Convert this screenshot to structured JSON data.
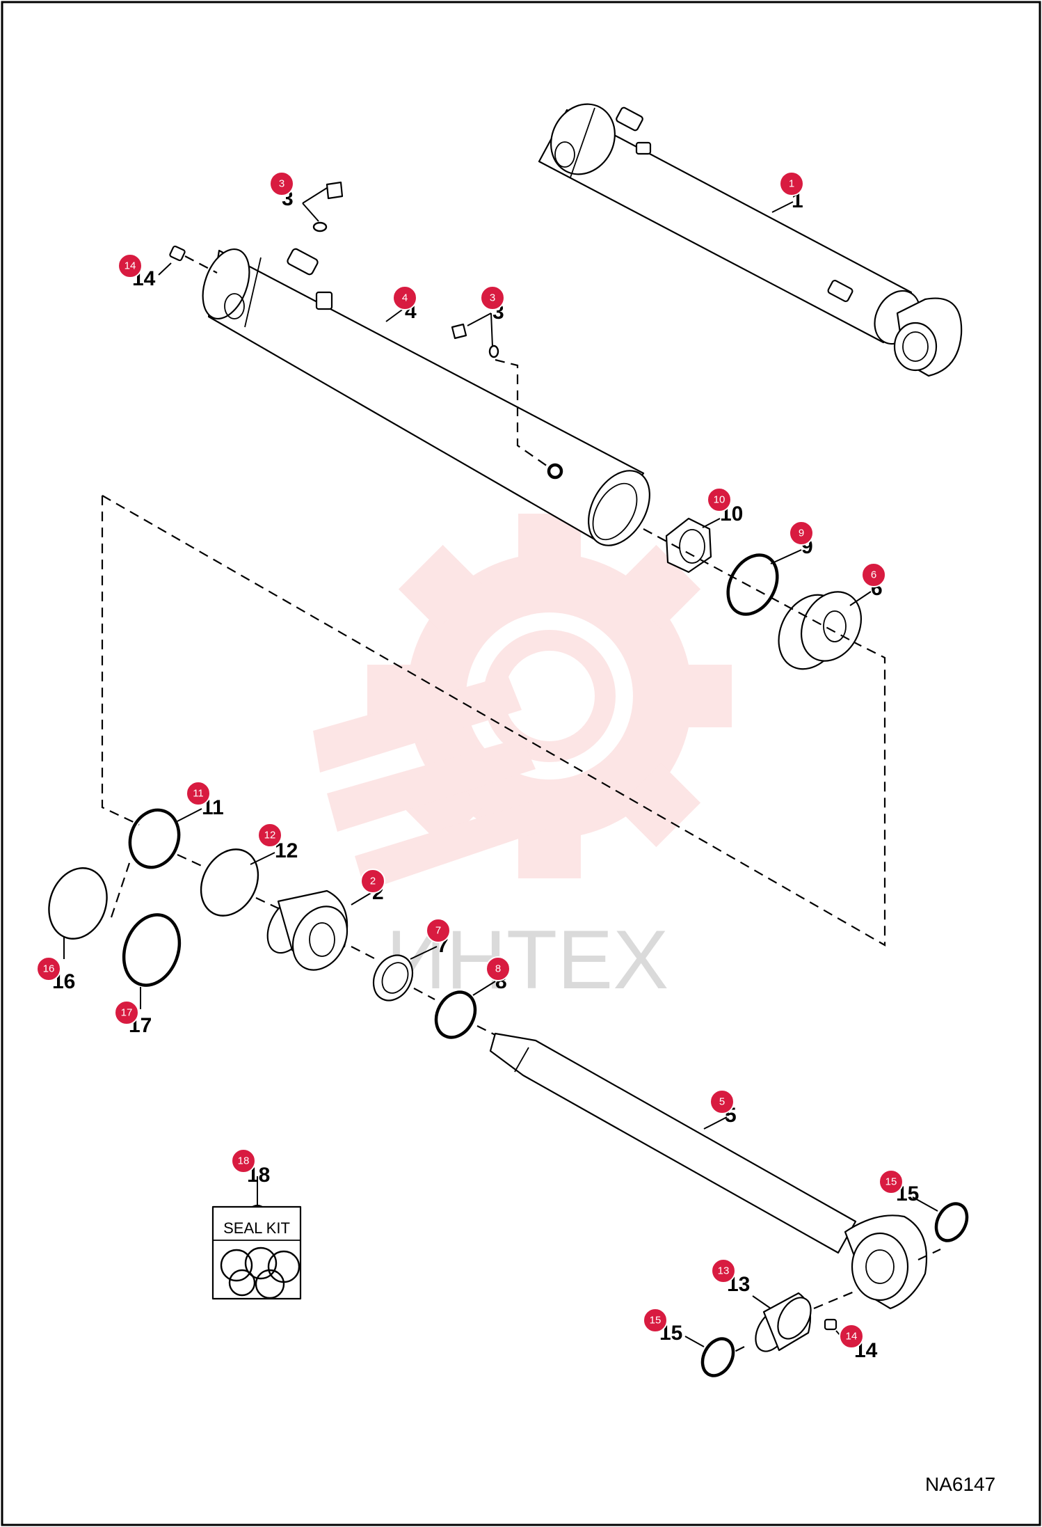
{
  "diagram": {
    "drawing_code": "NA6147",
    "seal_kit_label": "SEAL KIT",
    "watermark_text": "ИНТЕХ",
    "watermark_color": "#f28b8b",
    "badge_color": "#d81b40",
    "callouts": {
      "c1": "1",
      "c2": "2",
      "c3a": "3",
      "c3b": "3",
      "c4": "4",
      "c5": "5",
      "c6": "6",
      "c7": "7",
      "c8": "8",
      "c9": "9",
      "c10": "10",
      "c11": "11",
      "c12": "12",
      "c13": "13",
      "c14a": "14",
      "c14b": "14",
      "c15a": "15",
      "c15b": "15",
      "c16": "16",
      "c17": "17",
      "c18": "18"
    }
  }
}
